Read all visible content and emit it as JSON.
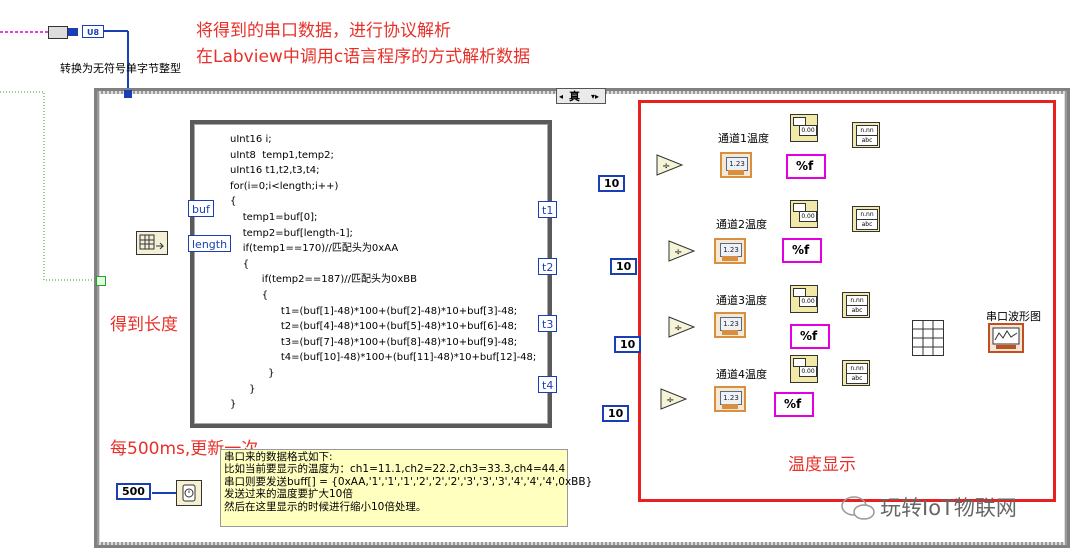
{
  "annotations": {
    "line1": "将得到的串口数据，进行协议解析",
    "line2": "在Labview中调用c语言程序的方式解析数据",
    "get_length": "得到长度",
    "refresh": "每500ms,更新一次",
    "temp_display": "温度显示"
  },
  "top": {
    "u8_label": "U8",
    "convert_label": "转换为无符号单字节整型"
  },
  "case": {
    "selector": "真"
  },
  "formula_node": {
    "inputs": [
      "buf",
      "length"
    ],
    "outputs": [
      "t1",
      "t2",
      "t3",
      "t4"
    ],
    "code": [
      "uInt16 i;",
      "uInt8  temp1,temp2;",
      "uInt16 t1,t2,t3,t4;",
      "for(i=0;i<length;i++)",
      "{",
      "    temp1=buf[0];",
      "    temp2=buf[length-1];",
      "    if(temp1==170)//匹配头为0xAA",
      "    {",
      "          if(temp2==187)//匹配头为0xBB",
      "          {",
      "                t1=(buf[1]-48)*100+(buf[2]-48)*10+buf[3]-48;",
      "                t2=(buf[4]-48)*100+(buf[5]-48)*10+buf[6]-48;",
      "                t3=(buf[7]-48)*100+(buf[8]-48)*10+buf[9]-48;",
      "                t4=(buf[10]-48)*100+(buf[11]-48)*10+buf[12]-48;",
      "            }",
      "      }",
      "}"
    ]
  },
  "divisor": "10",
  "channels": [
    {
      "label": "通道1温度",
      "indicator": "1.23",
      "format": "%f"
    },
    {
      "label": "通道2温度",
      "indicator": "1.23",
      "format": "%f"
    },
    {
      "label": "通道3温度",
      "indicator": "1.23",
      "format": "%f"
    },
    {
      "label": "通道4温度",
      "indicator": "1.23",
      "format": "%f"
    }
  ],
  "waveform": {
    "label": "串口波形图"
  },
  "wait": {
    "value": "500"
  },
  "note": {
    "lines": [
      "串口来的数据格式如下:",
      "比如当前要显示的温度为：ch1=11.1,ch2=22.2,ch3=33.3,ch4=44.4",
      "串口则要发送buff[] = {0xAA,'1','1','1','2','2','2','3','3','3','4','4','4',0xBB}",
      "发送过来的温度要扩大10倍",
      "然后在这里显示的时候进行缩小10倍处理。"
    ]
  },
  "watermark": "玩转IoT物联网",
  "colors": {
    "annotation": "#e8302a",
    "wire_blue": "#1a3fb4",
    "wire_orange": "#e08a2a",
    "wire_pink": "#e000e0",
    "highlight_box": "#e82020"
  }
}
